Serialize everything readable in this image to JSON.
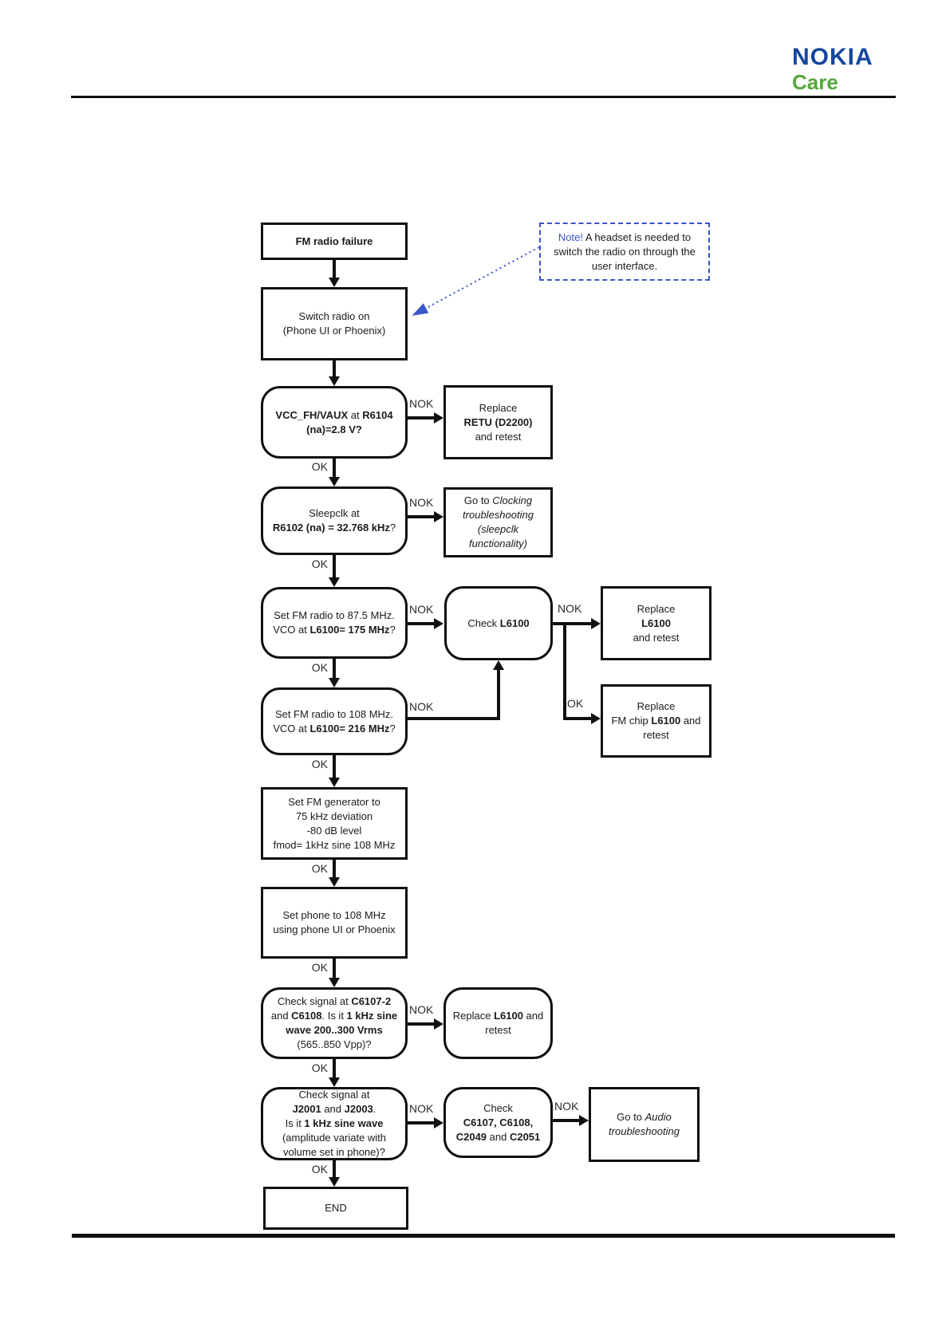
{
  "header": {
    "logo": {
      "brand": [
        {
          "t": "NOKIA",
          "c": "#16479e"
        }
      ],
      "sub": [
        {
          "t": "Care",
          "c": "#56a73c"
        }
      ],
      "brand_color": "#16479e",
      "sub_color": "#56a73c"
    }
  },
  "labels": {
    "ok": "OK",
    "nok": "NOK"
  },
  "note": {
    "rich": [
      {
        "t": "Note!",
        "c": "#3a56c8"
      },
      {
        "t": " A headset is needed to\nswitch the radio on through the\nuser interface."
      }
    ],
    "accent_color": "#3a56c8"
  },
  "nodes": {
    "start": {
      "rich": [
        {
          "t": "FM radio failure",
          "b": true
        }
      ]
    },
    "switch_on": {
      "rich": [
        {
          "t": "Switch radio on\n(Phone UI or Phoenix)"
        }
      ]
    },
    "vcc": {
      "rich": [
        {
          "t": "VCC_FH/VAUX",
          "b": true
        },
        {
          "t": " at "
        },
        {
          "t": "R6104",
          "b": true
        },
        {
          "t": "\n"
        },
        {
          "t": "(na)=2.8 V?",
          "b": true
        }
      ]
    },
    "replace_retu": {
      "rich": [
        {
          "t": "Replace\n"
        },
        {
          "t": "RETU (D2200)",
          "b": true
        },
        {
          "t": "\nand retest"
        }
      ]
    },
    "sleepclk": {
      "rich": [
        {
          "t": "Sleepclk at\n"
        },
        {
          "t": "R6102 (na) = 32.768 kHz",
          "b": true
        },
        {
          "t": "?"
        }
      ]
    },
    "clocking": {
      "rich": [
        {
          "t": "Go to "
        },
        {
          "t": "Clocking\ntroubleshooting\n(sleepclk\nfunctionality)",
          "i": true
        }
      ]
    },
    "fm875": {
      "rich": [
        {
          "t": "Set FM radio to 87.5 MHz.\nVCO at "
        },
        {
          "t": "L6100= 175 MHz",
          "b": true
        },
        {
          "t": "?"
        }
      ]
    },
    "check_l6100": {
      "rich": [
        {
          "t": "Check "
        },
        {
          "t": "L6100",
          "b": true
        }
      ]
    },
    "replace_l6100": {
      "rich": [
        {
          "t": "Replace\n"
        },
        {
          "t": "L6100",
          "b": true
        },
        {
          "t": "\nand retest"
        }
      ]
    },
    "fm108": {
      "rich": [
        {
          "t": "Set FM radio to 108 MHz.\nVCO at "
        },
        {
          "t": "L6100= 216 MHz",
          "b": true
        },
        {
          "t": "?"
        }
      ]
    },
    "replace_fm_chip": {
      "rich": [
        {
          "t": "Replace\nFM chip "
        },
        {
          "t": "L6100",
          "b": true
        },
        {
          "t": " and\nretest"
        }
      ]
    },
    "fm_generator": {
      "rich": [
        {
          "t": "Set FM generator to\n75 kHz deviation\n-80 dB level\nfmod= 1kHz sine 108 MHz"
        }
      ]
    },
    "set_phone": {
      "rich": [
        {
          "t": "Set phone to 108 MHz\nusing phone UI or Phoenix"
        }
      ]
    },
    "check_c6107": {
      "rich": [
        {
          "t": "Check signal at "
        },
        {
          "t": "C6107-2",
          "b": true
        },
        {
          "t": "\nand "
        },
        {
          "t": "C6108",
          "b": true
        },
        {
          "t": ". Is it "
        },
        {
          "t": "1 kHz sine\nwave 200..300 Vrms",
          "b": true
        },
        {
          "t": "\n(565..850 Vpp)?"
        }
      ]
    },
    "replace_l6100_2": {
      "rich": [
        {
          "t": "Replace "
        },
        {
          "t": "L6100",
          "b": true
        },
        {
          "t": " and\nretest"
        }
      ]
    },
    "check_j2001": {
      "rich": [
        {
          "t": "Check signal at\n"
        },
        {
          "t": "J2001",
          "b": true
        },
        {
          "t": " and "
        },
        {
          "t": "J2003",
          "b": true
        },
        {
          "t": ".\nIs it "
        },
        {
          "t": "1 kHz sine wave",
          "b": true
        },
        {
          "t": "\n(amplitude variate with\nvolume set in phone)?"
        }
      ]
    },
    "check_caps": {
      "rich": [
        {
          "t": "Check\n"
        },
        {
          "t": "C6107, C6108,",
          "b": true
        },
        {
          "t": "\n"
        },
        {
          "t": "C2049",
          "b": true
        },
        {
          "t": " and "
        },
        {
          "t": "C2051",
          "b": true
        }
      ]
    },
    "audio": {
      "rich": [
        {
          "t": "Go to "
        },
        {
          "t": "Audio\ntroubleshooting",
          "i": true
        }
      ]
    },
    "end": {
      "rich": [
        {
          "t": "END"
        }
      ]
    }
  }
}
